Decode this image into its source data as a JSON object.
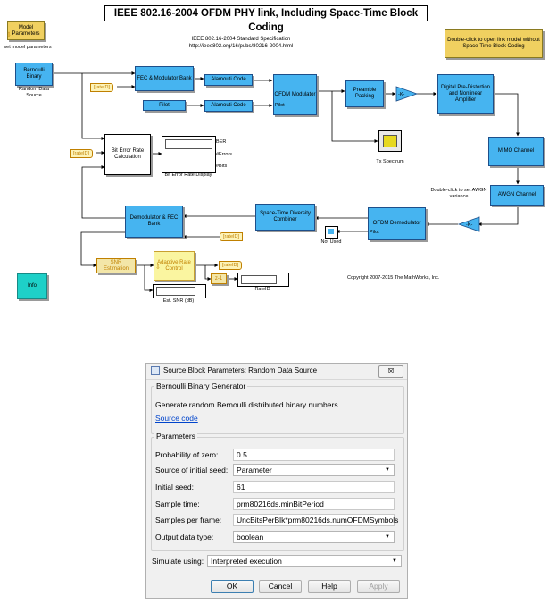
{
  "model": {
    "title": "IEEE 802.16-2004 OFDM PHY link, Including Space-Time Block Coding",
    "spec_line1": "IEEE 802.16-2004 Standard Specification",
    "spec_line2": "http://ieee802.org/16/pubs/80216-2004.html",
    "copyright": "Copyright 2007-2015 The MathWorks, Inc.",
    "model_params_block": "Model Parameters",
    "model_params_caption": "set model parameters",
    "no_stbc_block": "Double-click to open link model without Space-Time Block Coding",
    "awgn_note": "Double-click to set AWGN variance",
    "blocks": {
      "bernoulli": "Bernoulli Binary",
      "bernoulli_caption": "Random Data Source",
      "fec_mod": "FEC & Modulator Bank",
      "pilot": "Pilot",
      "alamouti1": "Alamouti Code",
      "alamouti2": "Alamouti Code",
      "ofdm_mod": "OFDM Modulator",
      "ofdm_mod_pilot": "Pilot",
      "preamble": "Preamble Packing",
      "gain_tx": "-K-",
      "predistortion": "Digital Pre-Distortion and Nonlinear Amplifier",
      "tx_spectrum": "Tx Spectrum",
      "mimo": "MIMO Channel",
      "awgn": "AWGN Channel",
      "gain_rx": "-K-",
      "ofdm_demod": "OFDM Demodulator",
      "ofdm_demod_pilot": "Pilot",
      "stdc": "Space-Time Diversity Combiner",
      "not_used": "Not Used",
      "demod_fec": "Demodulator & FEC Bank",
      "ber_calc": "Bit Error Rate Calculation",
      "ber_display_caption": "Bit Error Rate Display",
      "ber_out1": "BER",
      "ber_out2": "#Errors",
      "ber_out3": "#Bits",
      "snr_est": "SNR Estimation",
      "adaptive": "Adaptive Rate Control",
      "delay": "z-1",
      "rateid_caption": "RateID",
      "est_snr_caption": "Est. SNR (dB)",
      "info": "Info"
    },
    "tags": {
      "rate_in": "[rateID]",
      "rate_ber": "[rateID]",
      "rate_demod": "[rateID]",
      "rate_out": "[rateID]"
    }
  },
  "dialog": {
    "title": "Source Block Parameters: Random Data Source",
    "close_glyph": "☒",
    "block_type": "Bernoulli Binary Generator",
    "description": "Generate random Bernoulli distributed binary numbers.",
    "source_link": "Source code",
    "params_label": "Parameters",
    "fields": {
      "prob_zero_label": "Probability of zero:",
      "prob_zero_value": "0.5",
      "seed_source_label": "Source of initial seed:",
      "seed_source_value": "Parameter",
      "initial_seed_label": "Initial seed:",
      "initial_seed_value": "61",
      "sample_time_label": "Sample time:",
      "sample_time_value": "prm80216ds.minBitPeriod",
      "samples_frame_label": "Samples per frame:",
      "samples_frame_value": "UncBitsPerBlk*prm80216ds.numOFDMSymbols",
      "output_type_label": "Output data type:",
      "output_type_value": "boolean",
      "simulate_label": "Simulate using:",
      "simulate_value": "Interpreted execution"
    },
    "buttons": {
      "ok": "OK",
      "cancel": "Cancel",
      "help": "Help",
      "apply": "Apply"
    }
  }
}
